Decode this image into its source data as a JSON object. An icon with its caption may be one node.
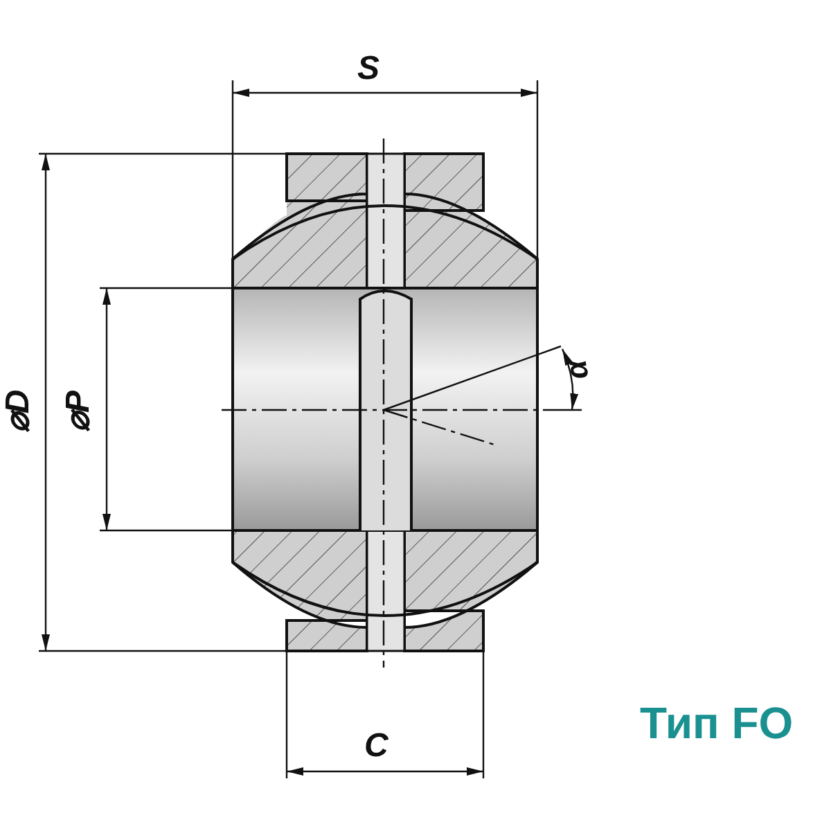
{
  "diagram": {
    "labels": [
      "S",
      "⌀D",
      "⌀P",
      "α",
      "C",
      "Тип FO"
    ]
  }
}
